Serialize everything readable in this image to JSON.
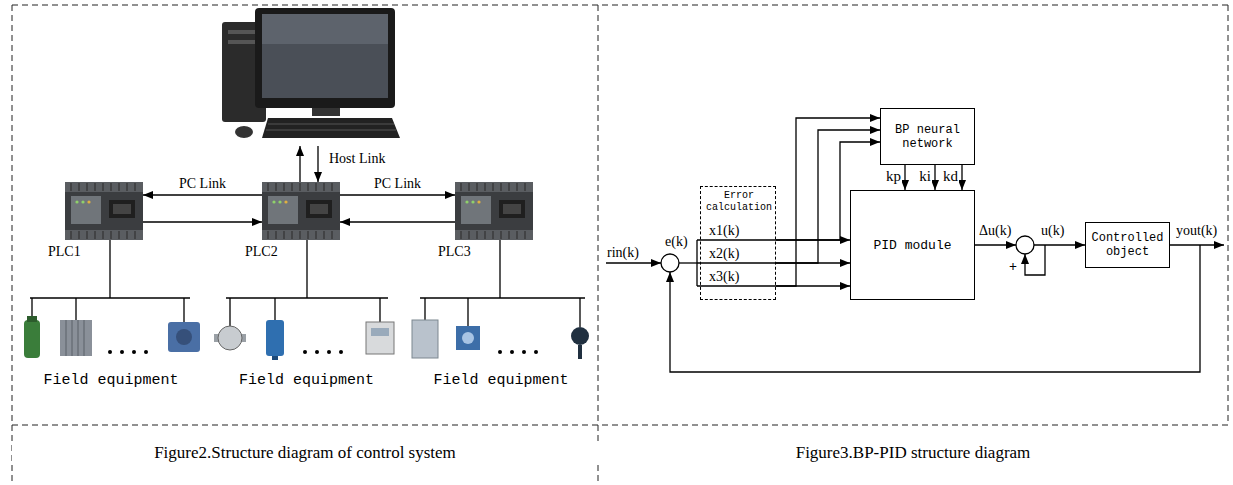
{
  "diagram": {
    "nodes": [
      {
        "text": [
          "PLC1"
        ]
      },
      {
        "text": [
          "PLC2"
        ]
      },
      {
        "text": [
          "PLC3"
        ]
      },
      {
        "text": [
          "Field equipment"
        ]
      },
      {
        "text": [
          "Field equipment"
        ]
      },
      {
        "text": [
          "Field equipment"
        ]
      },
      {
        "text": [
          "BP neural network"
        ]
      },
      {
        "text": [
          "Error calculation",
          "x1(k)",
          "x2(k)",
          "x3(k)"
        ]
      },
      {
        "text": [
          "PID module"
        ]
      },
      {
        "text": [
          "Controlled object"
        ]
      }
    ],
    "edges": [
      {
        "from": 1,
        "to": 0,
        "arrow": "to",
        "label": "PC Link"
      },
      {
        "from": 0,
        "to": 1,
        "arrow": "to"
      },
      {
        "from": 1,
        "to": 2,
        "arrow": "to",
        "label": "PC Link"
      },
      {
        "from": 2,
        "to": 1,
        "arrow": "to"
      },
      {
        "from": 0,
        "to": 3,
        "arrow": "none"
      },
      {
        "from": 1,
        "to": 4,
        "arrow": "none"
      },
      {
        "from": 2,
        "to": 5,
        "arrow": "none"
      },
      {
        "from": 7,
        "to": 6,
        "arrow": "to"
      },
      {
        "from": 7,
        "to": 6,
        "arrow": "to"
      },
      {
        "from": 7,
        "to": 6,
        "arrow": "to"
      },
      {
        "from": 7,
        "to": 8,
        "arrow": "to"
      },
      {
        "from": 7,
        "to": 8,
        "arrow": "to"
      },
      {
        "from": 7,
        "to": 8,
        "arrow": "to"
      },
      {
        "from": 6,
        "to": 8,
        "arrow": "to",
        "label": "kp"
      },
      {
        "from": 6,
        "to": 8,
        "arrow": "to",
        "label": "ki"
      },
      {
        "from": 6,
        "to": 8,
        "arrow": "to",
        "label": "kd"
      },
      {
        "from": 8,
        "to": 9,
        "arrow": "to"
      }
    ],
    "labels": [
      "Host Link",
      "rin(k)",
      "e(k)",
      "Δu(k)",
      "u(k)",
      "+",
      "yout(k)",
      "Figure2.Structure diagram of control system",
      "Figure3.BP-PID structure diagram"
    ]
  }
}
